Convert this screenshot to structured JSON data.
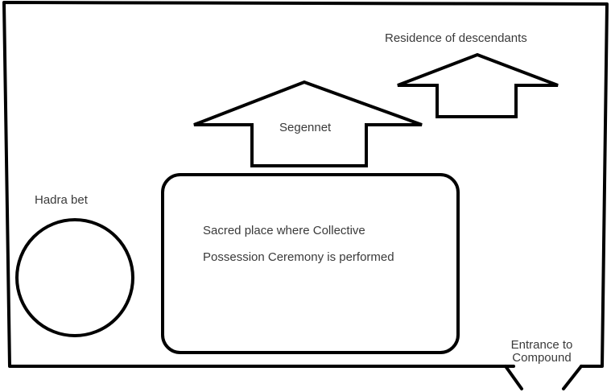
{
  "labels": {
    "residence": "Residence of descendants",
    "segennet": "Segennet",
    "hadra_bet": "Hadra bet",
    "sacred_line1": "Sacred place where Collective",
    "sacred_line2": "Possession Ceremony is performed",
    "entrance_line1": "Entrance to",
    "entrance_line2": "Compound"
  },
  "colors": {
    "stroke": "#000000",
    "text": "#3a3a3a",
    "background": "#ffffff"
  }
}
